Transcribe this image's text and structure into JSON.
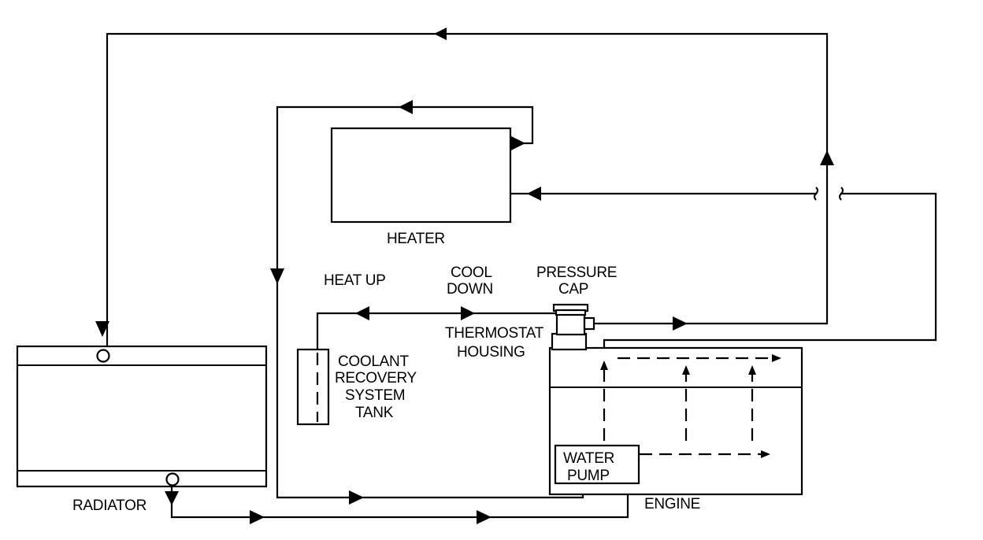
{
  "labels": {
    "heater": "HEATER",
    "heat_up": "HEAT UP",
    "cool_down_1": "COOL",
    "cool_down_2": "DOWN",
    "pressure_cap_1": "PRESSURE",
    "pressure_cap_2": "CAP",
    "thermostat_housing_1": "THERMOSTAT",
    "thermostat_housing_2": "HOUSING",
    "coolant_tank_1": "COOLANT",
    "coolant_tank_2": "RECOVERY",
    "coolant_tank_3": "SYSTEM",
    "coolant_tank_4": "TANK",
    "water_pump_1": "WATER",
    "water_pump_2": "PUMP",
    "radiator": "RADIATOR",
    "engine": "ENGINE"
  }
}
